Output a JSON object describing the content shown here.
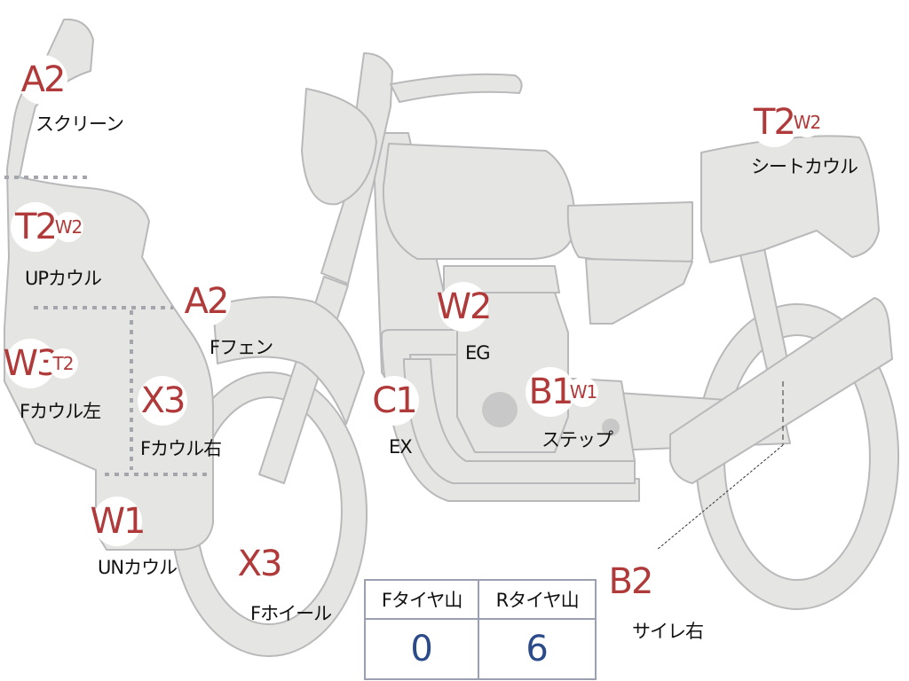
{
  "colors": {
    "part_fill": "#e5e5e3",
    "part_stroke": "#b9b9bb",
    "dotted_line": "#a5a5ad",
    "code_red": "#b03a3a",
    "value_blue": "#2a4a8a",
    "table_border": "#9aa0b0"
  },
  "markers": [
    {
      "id": "screen",
      "codes": [
        "A2"
      ],
      "label": "スクリーン"
    },
    {
      "id": "up-cowl",
      "codes": [
        "T2",
        "W2"
      ],
      "label": "UPカウル"
    },
    {
      "id": "f-fender",
      "codes": [
        "A2"
      ],
      "label": "Fフェン"
    },
    {
      "id": "f-cowl-l",
      "codes": [
        "W3",
        "T2"
      ],
      "label": "Fカウル左"
    },
    {
      "id": "f-cowl-r",
      "codes": [
        "X3"
      ],
      "label": "Fカウル右"
    },
    {
      "id": "un-cowl",
      "codes": [
        "W1"
      ],
      "label": "UNカウル"
    },
    {
      "id": "f-wheel",
      "codes": [
        "X3"
      ],
      "label": "Fホイール"
    },
    {
      "id": "engine",
      "codes": [
        "W2"
      ],
      "label": "EG"
    },
    {
      "id": "exhaust",
      "codes": [
        "C1"
      ],
      "label": "EX"
    },
    {
      "id": "step",
      "codes": [
        "B1",
        "W1"
      ],
      "label": "ステップ"
    },
    {
      "id": "seat-cowl",
      "codes": [
        "T2",
        "W2"
      ],
      "label": "シートカウル"
    },
    {
      "id": "silencer-r",
      "codes": [
        "B2"
      ],
      "label": "サイレ右"
    }
  ],
  "tire_table": {
    "front_header": "Fタイヤ山",
    "rear_header": "Rタイヤ山",
    "front_value": "0",
    "rear_value": "6"
  }
}
